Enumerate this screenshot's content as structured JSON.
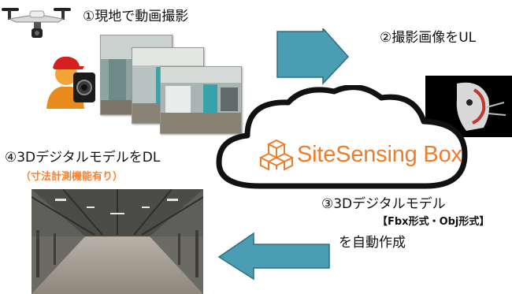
{
  "step1": {
    "label": "①現地で動画撮影"
  },
  "step2": {
    "label": "②撮影画像をUL"
  },
  "step3": {
    "label": "③3Dデジタルモデル",
    "formats": "【Fbx形式・Obj形式】",
    "suffix": "を自動作成"
  },
  "step4": {
    "label": "④3DデジタルモデルをDL",
    "note": "（寸法計測機能有り）"
  },
  "cloud": {
    "brand": "SiteSensing Box",
    "brand_color": "#f07c2a"
  },
  "colors": {
    "arrow": "#4a9db3",
    "arrow_edge": "#2f6f80",
    "note": "#ff7f2a",
    "cloud_stroke": "#111111"
  },
  "icons": {
    "drone": "drone-icon",
    "camera_person": "camera-operator-icon",
    "robot": "ai-robot-icon",
    "box_logo": "cube-logo-icon"
  }
}
